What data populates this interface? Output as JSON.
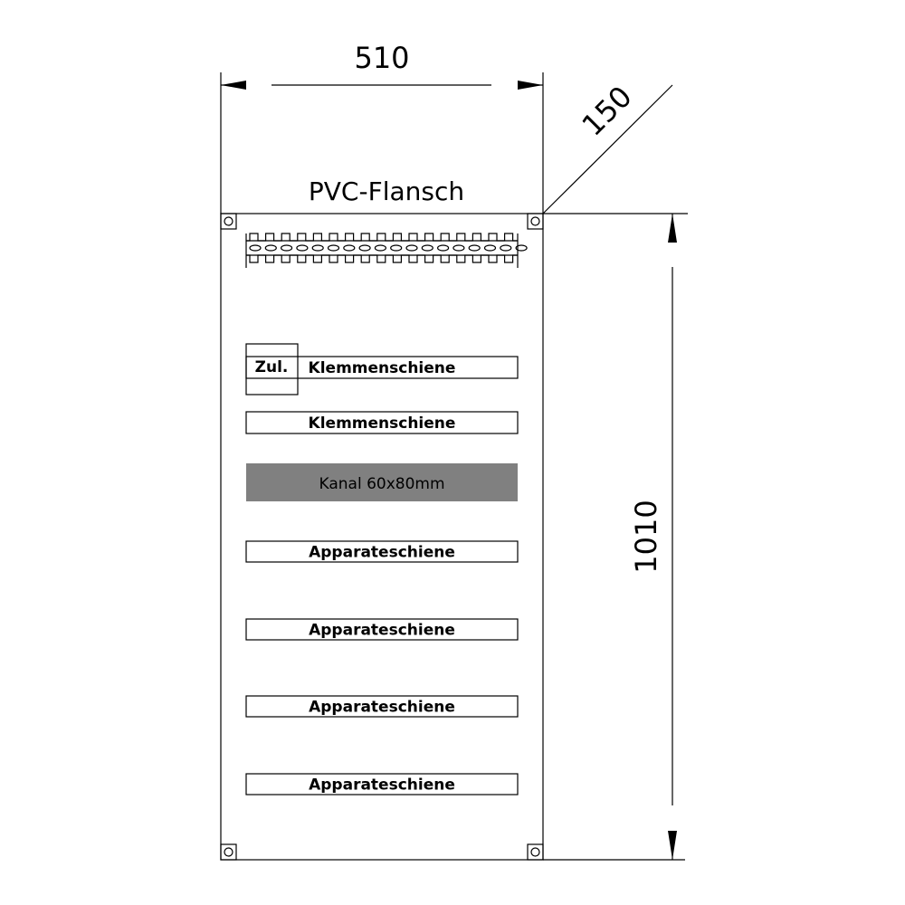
{
  "dimensions": {
    "width": "510",
    "depth": "150",
    "height": "1010"
  },
  "flange_label": "PVC-Flansch",
  "feed_label": "Zul.",
  "rails": [
    {
      "label": "Klemmenschiene",
      "type": "terminal"
    },
    {
      "label": "Klemmenschiene",
      "type": "terminal"
    },
    {
      "label": "Kanal 60x80mm",
      "type": "duct"
    },
    {
      "label": "Apparateschiene",
      "type": "device"
    },
    {
      "label": "Apparateschiene",
      "type": "device"
    },
    {
      "label": "Apparateschiene",
      "type": "device"
    },
    {
      "label": "Apparateschiene",
      "type": "device"
    }
  ],
  "colors": {
    "duct": "#808080",
    "line": "#000000"
  }
}
